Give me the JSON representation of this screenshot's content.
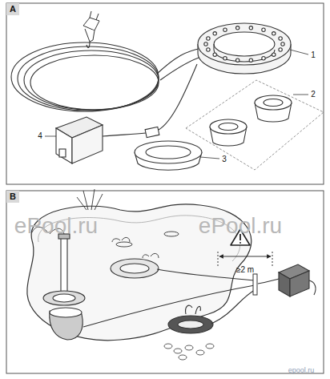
{
  "diagram": {
    "nodes": [
      {
        "text": [
          "A"
        ]
      },
      {
        "text": [
          "B"
        ]
      }
    ],
    "labels": [
      "1",
      "2",
      "3",
      "4",
      "ePool.ru",
      "ePool.ru",
      "≥2 m",
      "epool.ru"
    ]
  }
}
